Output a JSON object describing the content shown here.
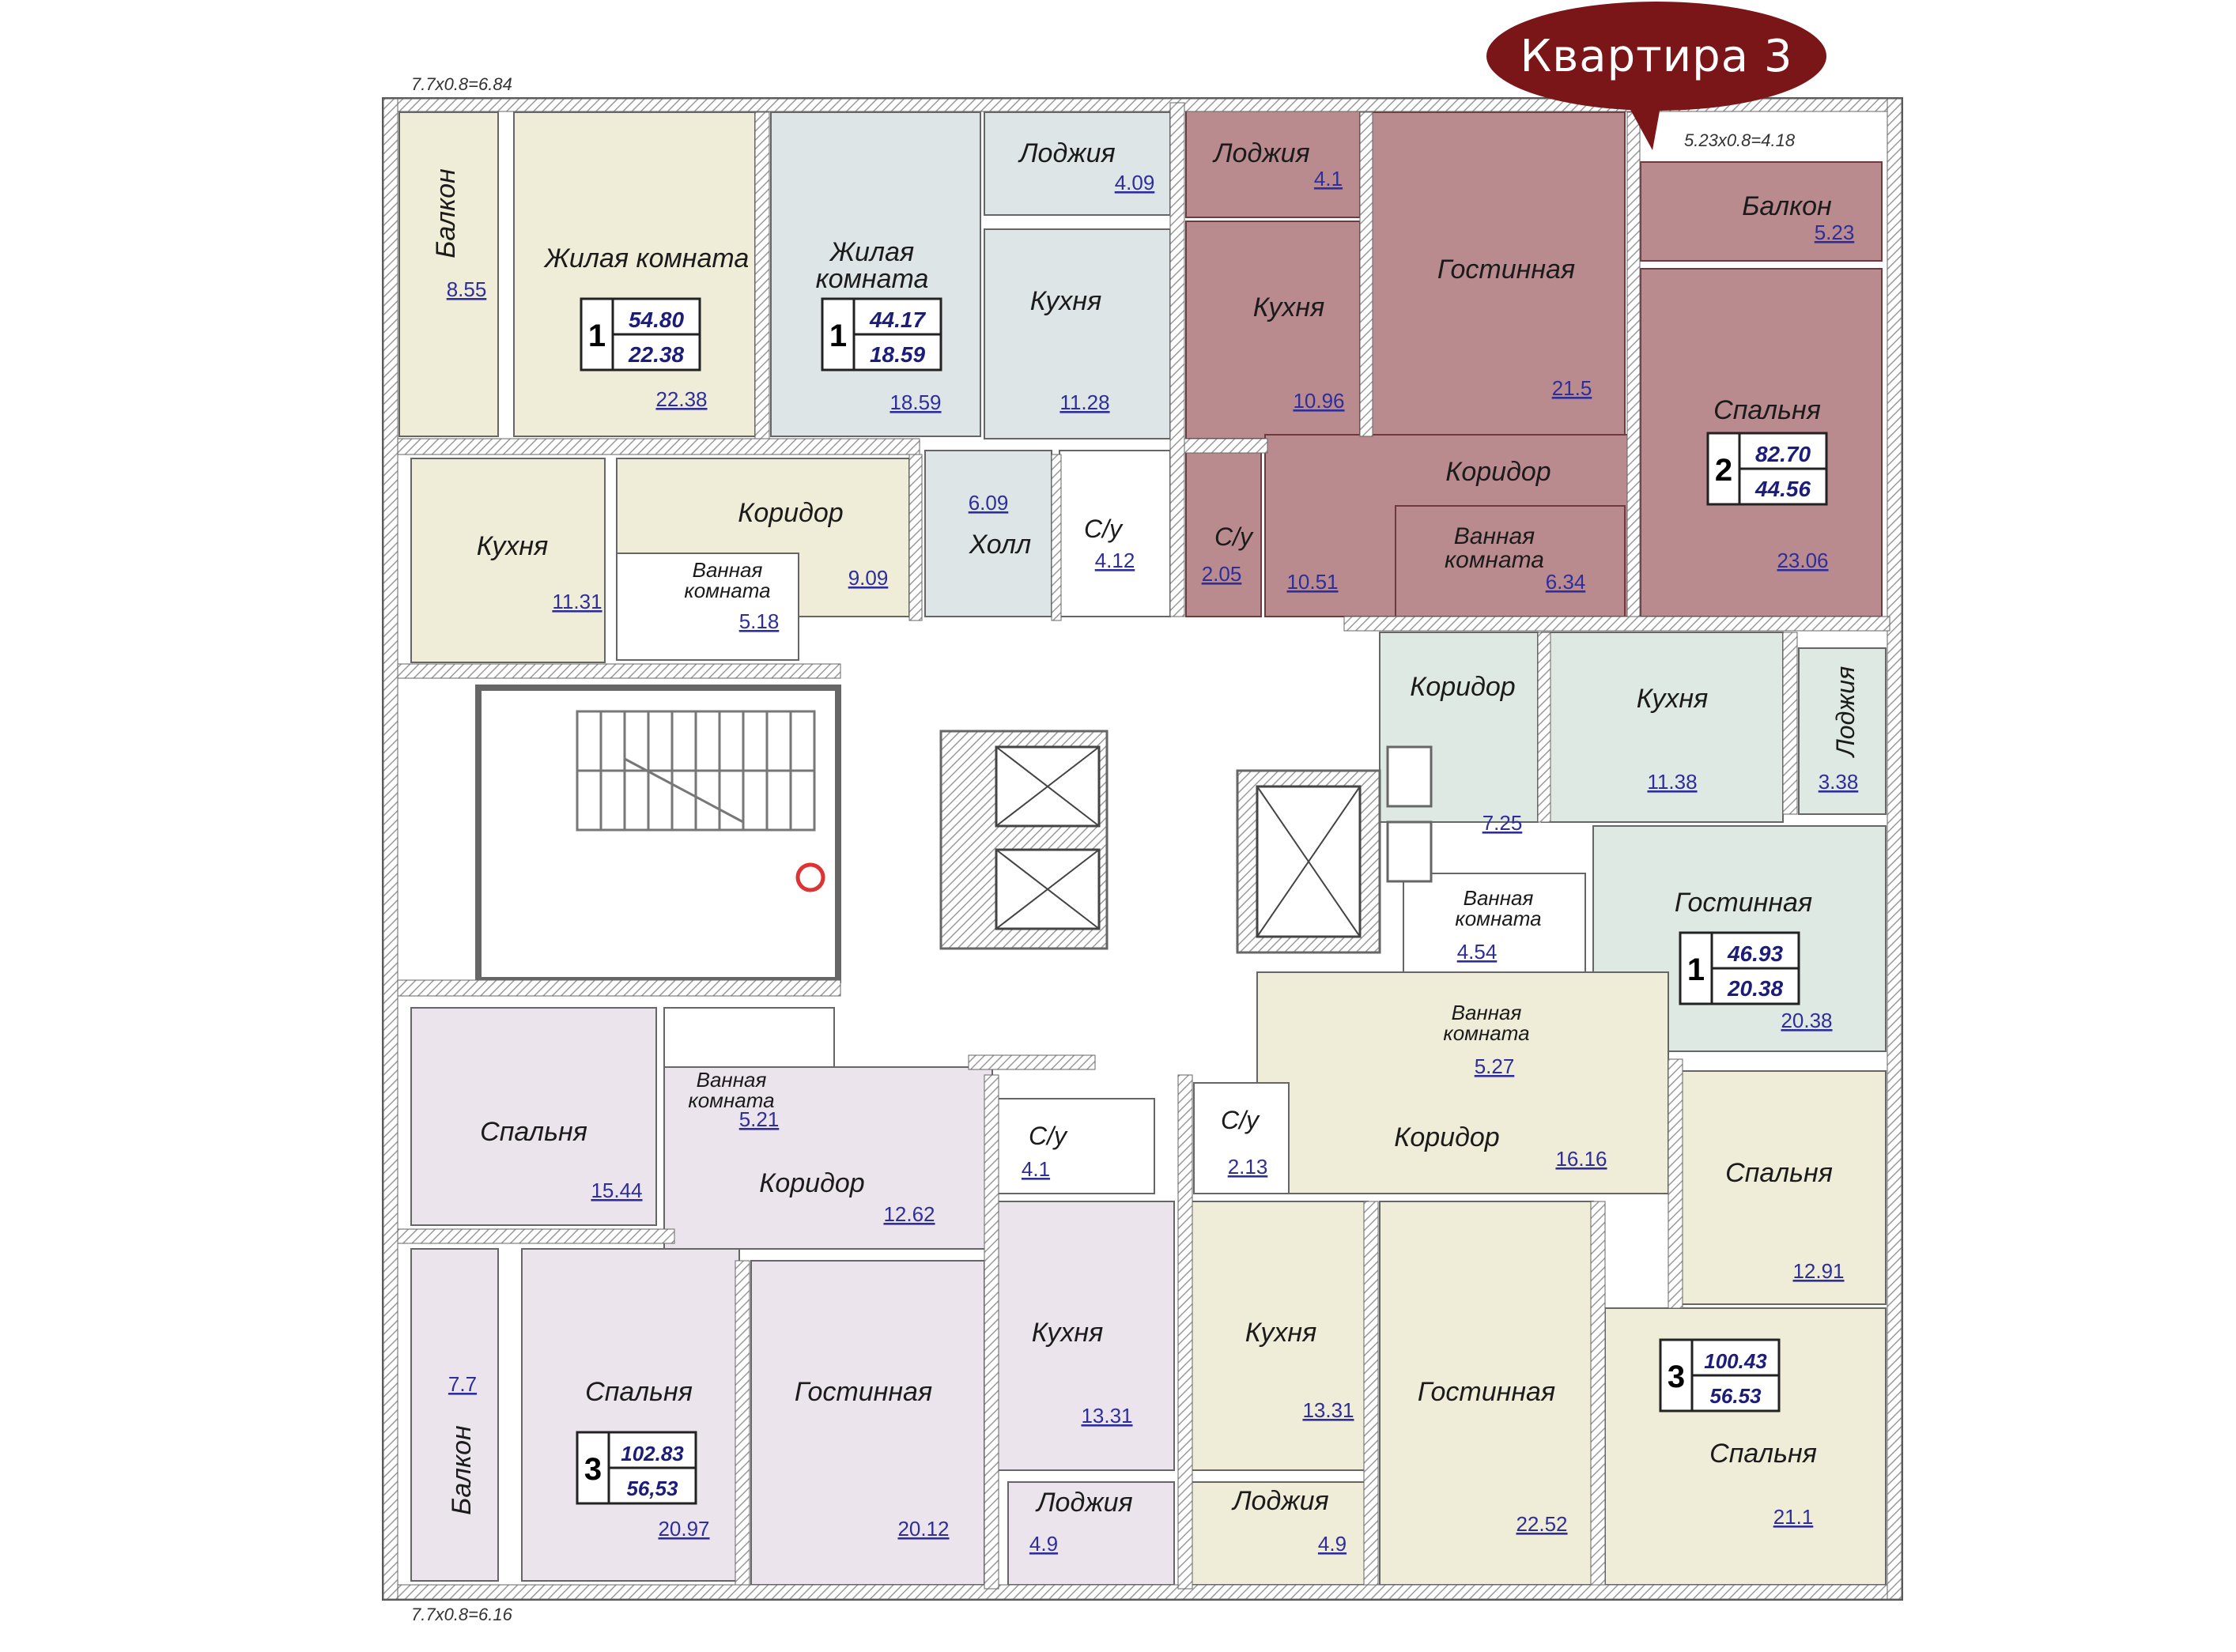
{
  "callout": {
    "label": "Квартира 3"
  },
  "dimensions": {
    "top_left": "7.7x0.8=6.84",
    "top_right": "5.23x0.8=4.18",
    "bottom_left": "7.7x0.8=6.16"
  },
  "apartments": [
    {
      "rooms": "1",
      "total": "54.80",
      "living": "22.38"
    },
    {
      "rooms": "1",
      "total": "44.17",
      "living": "18.59"
    },
    {
      "rooms": "2",
      "total": "82.70",
      "living": "44.56"
    },
    {
      "rooms": "1",
      "total": "46.93",
      "living": "20.38"
    },
    {
      "rooms": "3",
      "total": "102.83",
      "living": "56,53"
    },
    {
      "rooms": "3",
      "total": "100.43",
      "living": "56.53"
    }
  ],
  "rooms": [
    {
      "name": "Балкон",
      "area": "8.55"
    },
    {
      "name": "Жилая комната",
      "area": "22.38"
    },
    {
      "name": "Жилая комната",
      "area": "18.59"
    },
    {
      "name": "Лоджия",
      "area": "4.09"
    },
    {
      "name": "Кухня",
      "area": "11.28"
    },
    {
      "name": "Лоджия",
      "area": "4.1"
    },
    {
      "name": "Кухня",
      "area": "10.96"
    },
    {
      "name": "Гостинная",
      "area": "21.5"
    },
    {
      "name": "Балкон",
      "area": "5.23"
    },
    {
      "name": "Спальня",
      "area": "23.06"
    },
    {
      "name": "Кухня",
      "area": "11.31"
    },
    {
      "name": "Коридор",
      "area": "9.09"
    },
    {
      "name": "Ванная комната",
      "area": "5.18"
    },
    {
      "name": "Холл",
      "area": "6.09"
    },
    {
      "name": "С/у",
      "area": "4.12"
    },
    {
      "name": "С/у",
      "area": "2.05"
    },
    {
      "name": "Коридор",
      "area": "10.51"
    },
    {
      "name": "Ванная комната",
      "area": "6.34"
    },
    {
      "name": "Коридор",
      "area": "7.25"
    },
    {
      "name": "Кухня",
      "area": "11.38"
    },
    {
      "name": "Лоджия",
      "area": "3.38"
    },
    {
      "name": "Гостинная",
      "area": "20.38"
    },
    {
      "name": "Ванная комната",
      "area": "4.54"
    },
    {
      "name": "Ванная комната",
      "area": "5.27"
    },
    {
      "name": "Спальня",
      "area": "15.44"
    },
    {
      "name": "Ванная комната",
      "area": "5.21"
    },
    {
      "name": "Коридор",
      "area": "12.62"
    },
    {
      "name": "С/у",
      "area": "4.1"
    },
    {
      "name": "С/у",
      "area": "2.13"
    },
    {
      "name": "Коридор",
      "area": "16.16"
    },
    {
      "name": "Спальня",
      "area": "12.91"
    },
    {
      "name": "Балкон",
      "area": "7.7"
    },
    {
      "name": "Спальня",
      "area": "20.97"
    },
    {
      "name": "Гостинная",
      "area": "20.12"
    },
    {
      "name": "Кухня",
      "area": "13.31"
    },
    {
      "name": "Кухня",
      "area": "13.31"
    },
    {
      "name": "Гостинная",
      "area": "22.52"
    },
    {
      "name": "Спальня",
      "area": "21.1"
    },
    {
      "name": "Лоджия",
      "area": "4.9"
    },
    {
      "name": "Лоджия",
      "area": "4.9"
    }
  ],
  "colors": {
    "highlight": "#7a1518",
    "highlight_fill": "#b98b8f",
    "apt_yellow": "#efecd7",
    "apt_blue": "#dde5e6",
    "apt_mint": "#dfe9e4",
    "apt_pink": "#ece4ec",
    "wall": "#8a8a8a"
  }
}
